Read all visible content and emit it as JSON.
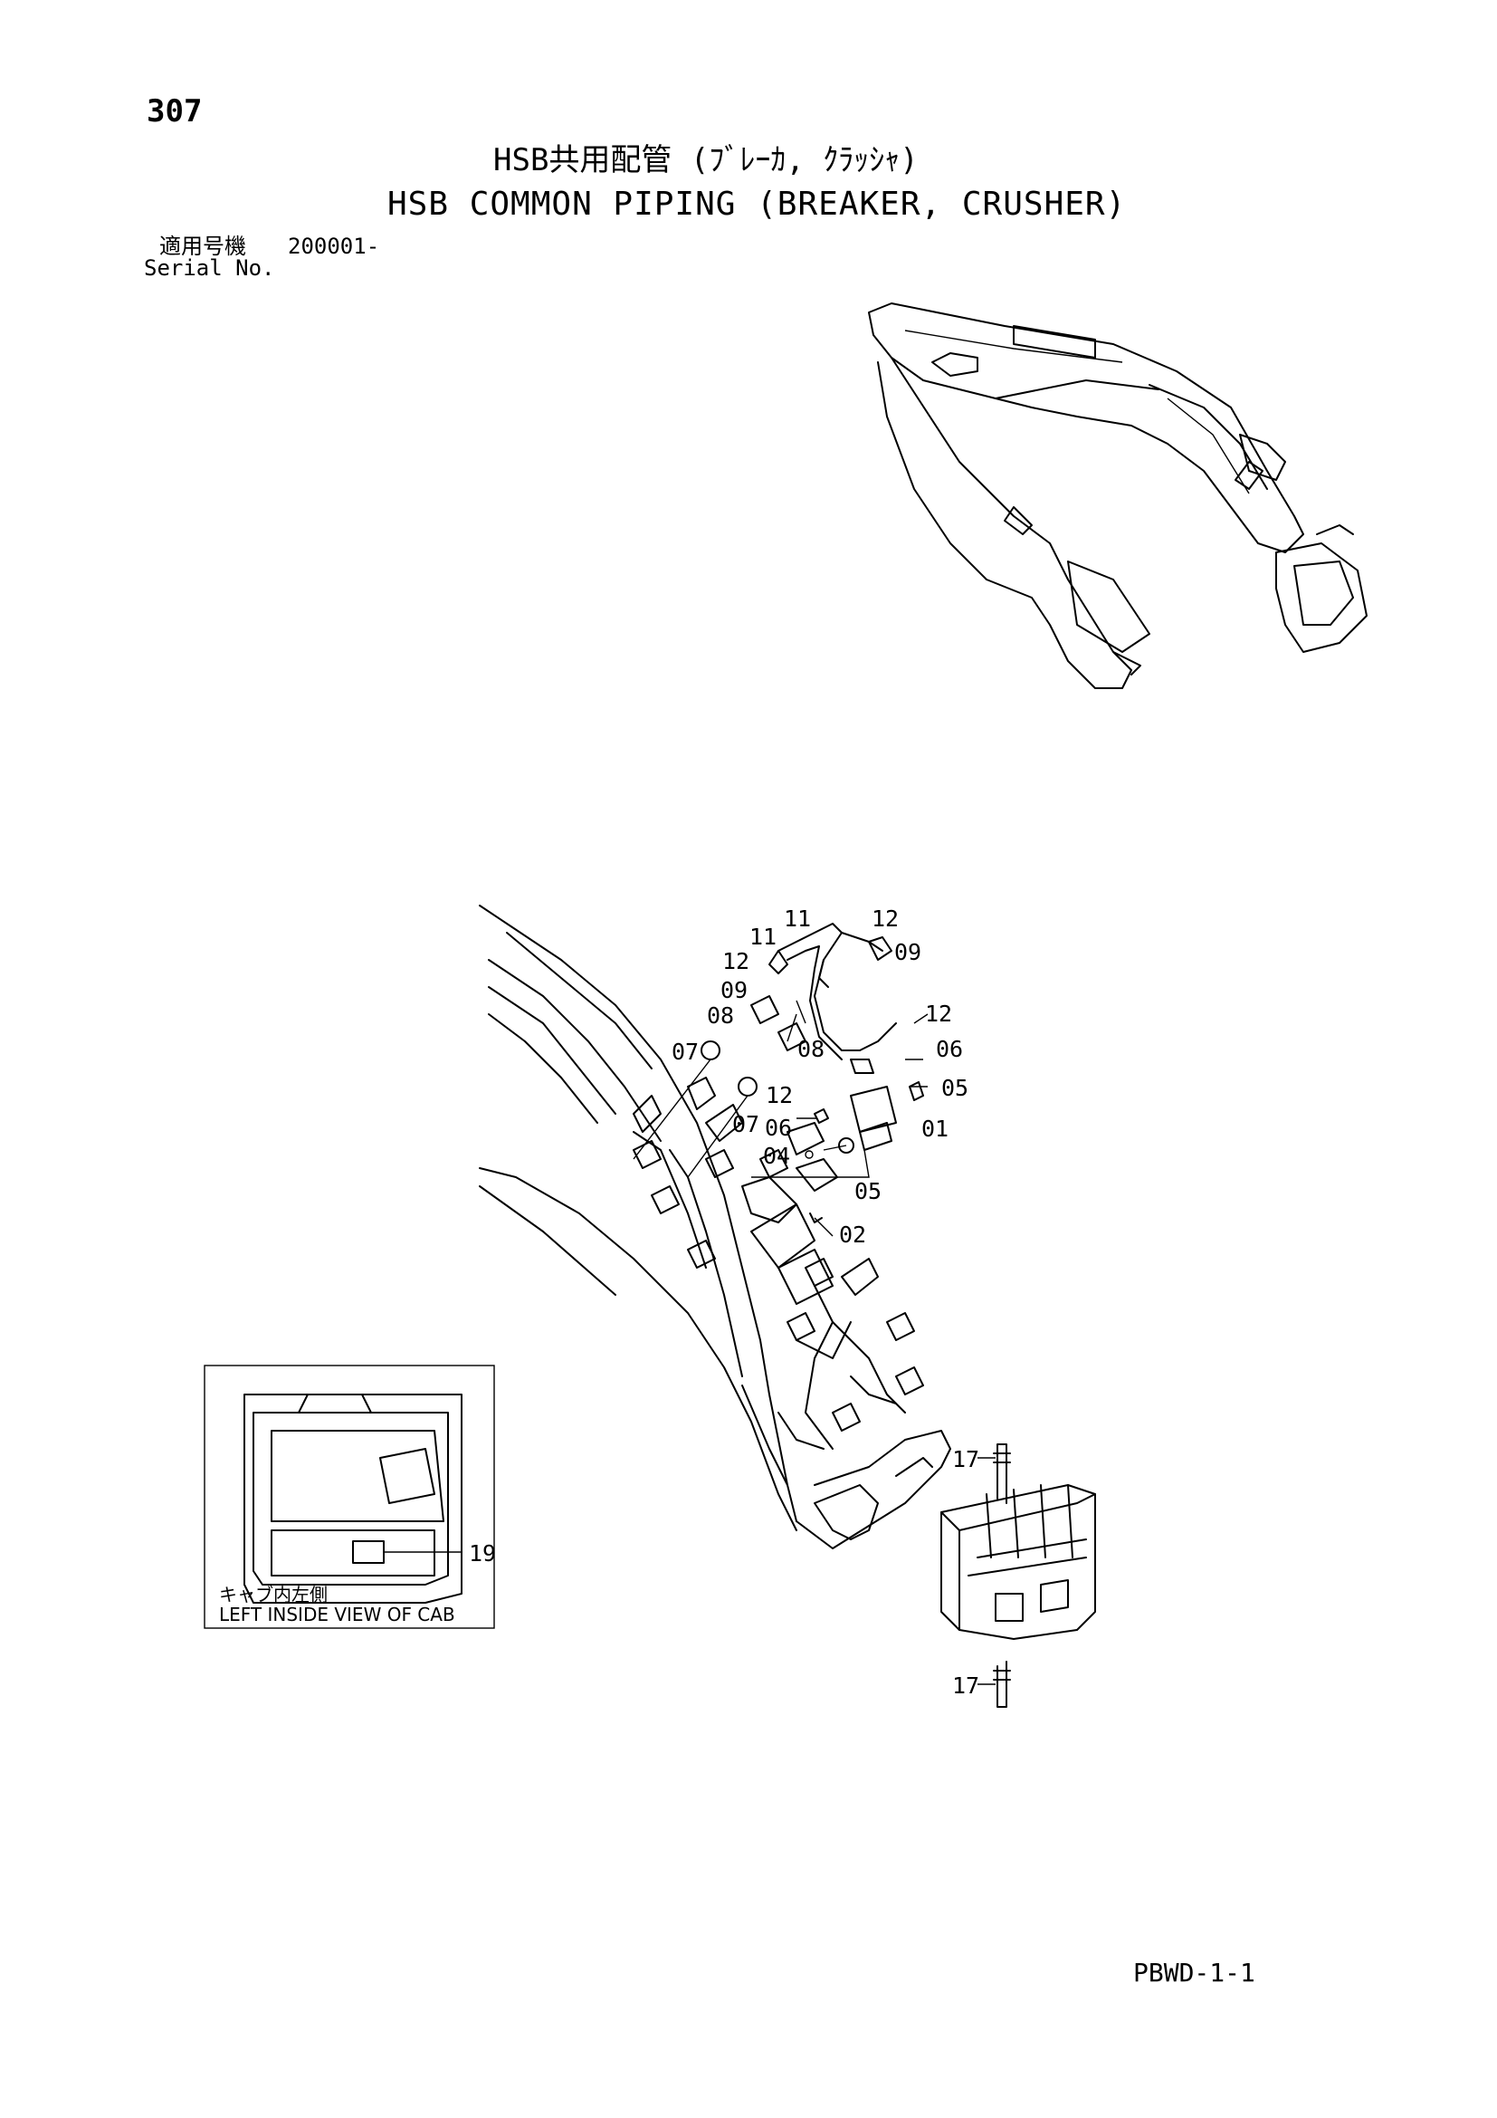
{
  "page_number": "307",
  "title_jp": "HSB共用配管 (ﾌﾞﾚｰｶ, ｸﾗｯｼｬ)",
  "title_en": "HSB COMMON PIPING (BREAKER, CRUSHER)",
  "serial": {
    "label_jp": "適用号機",
    "label_en": "Serial No.",
    "value": "200001-"
  },
  "part_labels": [
    {
      "text": "11"
    },
    {
      "text": "12"
    },
    {
      "text": "11"
    },
    {
      "text": "09"
    },
    {
      "text": "12"
    },
    {
      "text": "09"
    },
    {
      "text": "08"
    },
    {
      "text": "12"
    },
    {
      "text": "06"
    },
    {
      "text": "07"
    },
    {
      "text": "08"
    },
    {
      "text": "05"
    },
    {
      "text": "12"
    },
    {
      "text": "07"
    },
    {
      "text": "06"
    },
    {
      "text": "01"
    },
    {
      "text": "04"
    },
    {
      "text": "05"
    },
    {
      "text": "02"
    },
    {
      "text": "17"
    },
    {
      "text": "17"
    }
  ],
  "inset": {
    "callout": "19",
    "caption_jp": "キャブ内左側",
    "caption_en": "LEFT INSIDE VIEW OF CAB"
  },
  "doc_code": "PBWD-1-1"
}
